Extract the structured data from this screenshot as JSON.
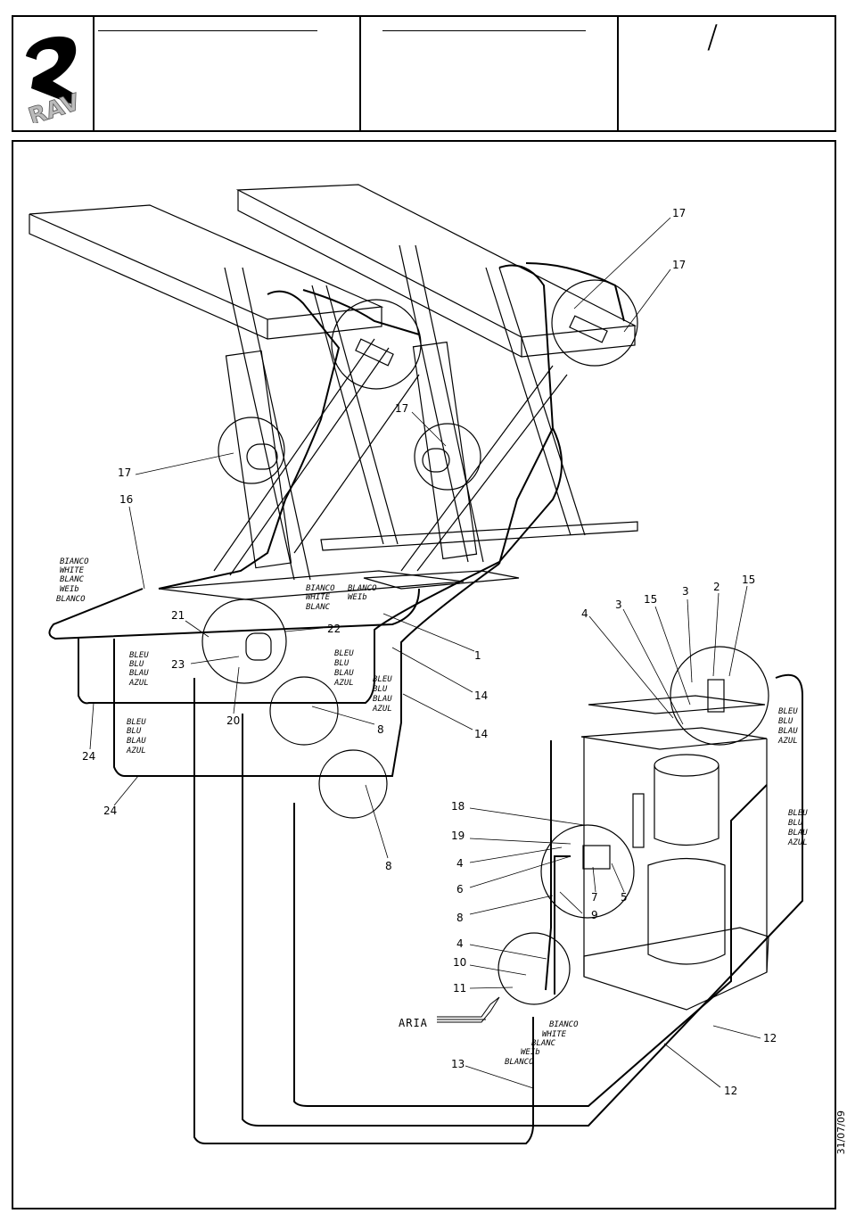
{
  "logo": {
    "text": "RAV"
  },
  "title_block": {
    "page_separator": "/"
  },
  "date": "31/07/09",
  "air_label": "ARIA",
  "hose_labels": {
    "white_left": [
      "BIANCO",
      "WHITE",
      "BLANC",
      "WEIb",
      "BLANCO"
    ],
    "white_center_a": [
      "BIANCO",
      "WHITE",
      "BLANC"
    ],
    "white_center_b": [
      "BLANCO",
      "WEIb"
    ],
    "white_bottom": [
      "BIANCO",
      "WHITE",
      "BLANC",
      "WEIb",
      "BLANCO"
    ],
    "blue_1": [
      "BLEU",
      "BLU",
      "BLAU",
      "AZUL"
    ],
    "blue_2": [
      "BLEU",
      "BLU",
      "BLAU",
      "AZUL"
    ],
    "blue_3": [
      "BLEU",
      "BLU",
      "BLAU",
      "AZUL"
    ],
    "blue_4": [
      "BLEU",
      "BLU",
      "BLAU",
      "AZUL"
    ],
    "blue_5": [
      "BLEU",
      "BLU",
      "BLAU",
      "AZUL"
    ],
    "blue_6": [
      "BLEU",
      "BLU",
      "BLAU",
      "AZUL"
    ]
  },
  "callouts": {
    "c17a": "17",
    "c17b": "17",
    "c17c": "17",
    "c17d": "17",
    "c16": "16",
    "c1": "1",
    "c14a": "14",
    "c14b": "14",
    "c21": "21",
    "c22": "22",
    "c23": "23",
    "c20": "20",
    "c24a": "24",
    "c24b": "24",
    "c8a": "8",
    "c8b": "8",
    "c8c": "8",
    "c4a": "4",
    "c4b": "4",
    "c4c": "4",
    "c3a": "3",
    "c3b": "3",
    "c15a": "15",
    "c15b": "15",
    "c2": "2",
    "c18": "18",
    "c19": "19",
    "c6": "6",
    "c7": "7",
    "c5": "5",
    "c9": "9",
    "c10": "10",
    "c11": "11",
    "c13": "13",
    "c12a": "12",
    "c12b": "12"
  }
}
